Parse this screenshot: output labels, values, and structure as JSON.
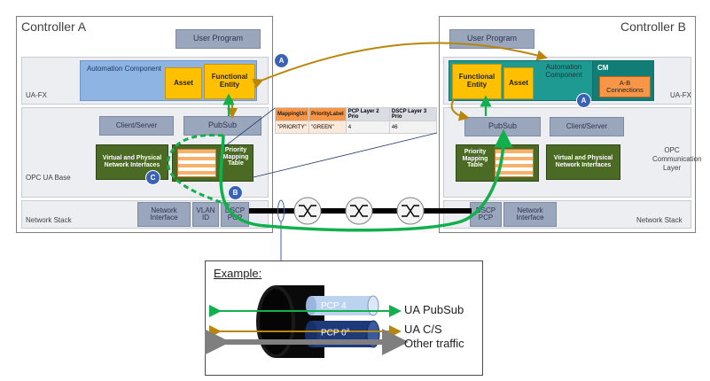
{
  "controller_a": {
    "title": "Controller A",
    "user_program": "User Program",
    "ua_fx_label": "UA-FX",
    "automation_component": "Automation Component",
    "asset": "Asset",
    "functional_entity": "Functional Entity",
    "client_server": "Client/Server",
    "pubsub": "PubSub",
    "opc_ua_base_label": "OPC UA Base",
    "virtual_nics": "Virtual and Physical Network Interfaces",
    "priority_mapping_table": "Priority Mapping Table",
    "network_stack_label": "Network Stack",
    "network_interface": "Network Interface",
    "vlan_id": "VLAN ID",
    "dscp_pcp": "DSCP PCP"
  },
  "controller_b": {
    "title": "Controller B",
    "user_program": "User Program",
    "ua_fx_label": "UA-FX",
    "functional_entity": "Functional Entity",
    "asset": "Asset",
    "automation_component": "Automation Component",
    "cm": "CM",
    "ab_connections": "A-B Connections",
    "pubsub": "PubSub",
    "client_server": "Client/Server",
    "priority_mapping_table": "Priority Mapping Table",
    "virtual_nics": "Virtual and Physical Network Interfaces",
    "opc_comm_layer_label": "OPC Communication Layer",
    "network_stack_label": "Network Stack",
    "dscp_pcp": "DSCP PCP",
    "network_interface": "Network Interface"
  },
  "mapping_table": {
    "headers": [
      "MappingUri",
      "PriorityLabel",
      "PCP Layer 2 Prio",
      "DSCP Layer 3 Prio"
    ],
    "row": [
      "\"PRIORITY\"",
      "\"GREEN\"",
      "4",
      "46"
    ]
  },
  "markers": {
    "a1": "A",
    "a2": "A",
    "b": "B",
    "c": "C"
  },
  "example": {
    "title": "Example:",
    "pcp4": "PCP 4",
    "pcp0": "PCP 0",
    "pcp0_sup": "a",
    "ua_pubsub": "UA PubSub",
    "ua_cs": "UA C/S",
    "other_traffic": "Other traffic"
  },
  "colors": {
    "pubsub_path": "#12b04c",
    "cs_path": "#b8860b",
    "functional_entity": "#ffc000",
    "automation_component_a": "#8db4e2",
    "automation_component_b": "#1e9a93",
    "marker": "#3a62b4"
  }
}
